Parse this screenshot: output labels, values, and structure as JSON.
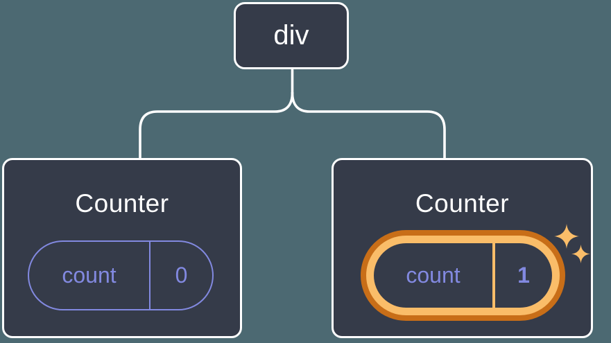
{
  "diagram": {
    "description": "React component tree: a div root with two Counter children; the second Counter's state pill is highlighted with sparkles after a state update",
    "root": {
      "label": "div"
    },
    "children": [
      {
        "title": "Counter",
        "state": {
          "key": "count",
          "value": "0"
        },
        "highlighted": false
      },
      {
        "title": "Counter",
        "state": {
          "key": "count",
          "value": "1"
        },
        "highlighted": true
      }
    ]
  },
  "icons": {
    "sparkle_large": "sparkle-icon",
    "sparkle_small": "sparkle-icon"
  },
  "colors": {
    "canvas_background": "#4c6972",
    "node_background": "#353b49",
    "node_border": "#ffffff",
    "connector_line": "#ffffff",
    "title_text": "#ffffff",
    "state_accent_purple": "#8289e0",
    "highlight_orange_dark": "#c86e18",
    "highlight_orange_light": "#fabd69"
  }
}
